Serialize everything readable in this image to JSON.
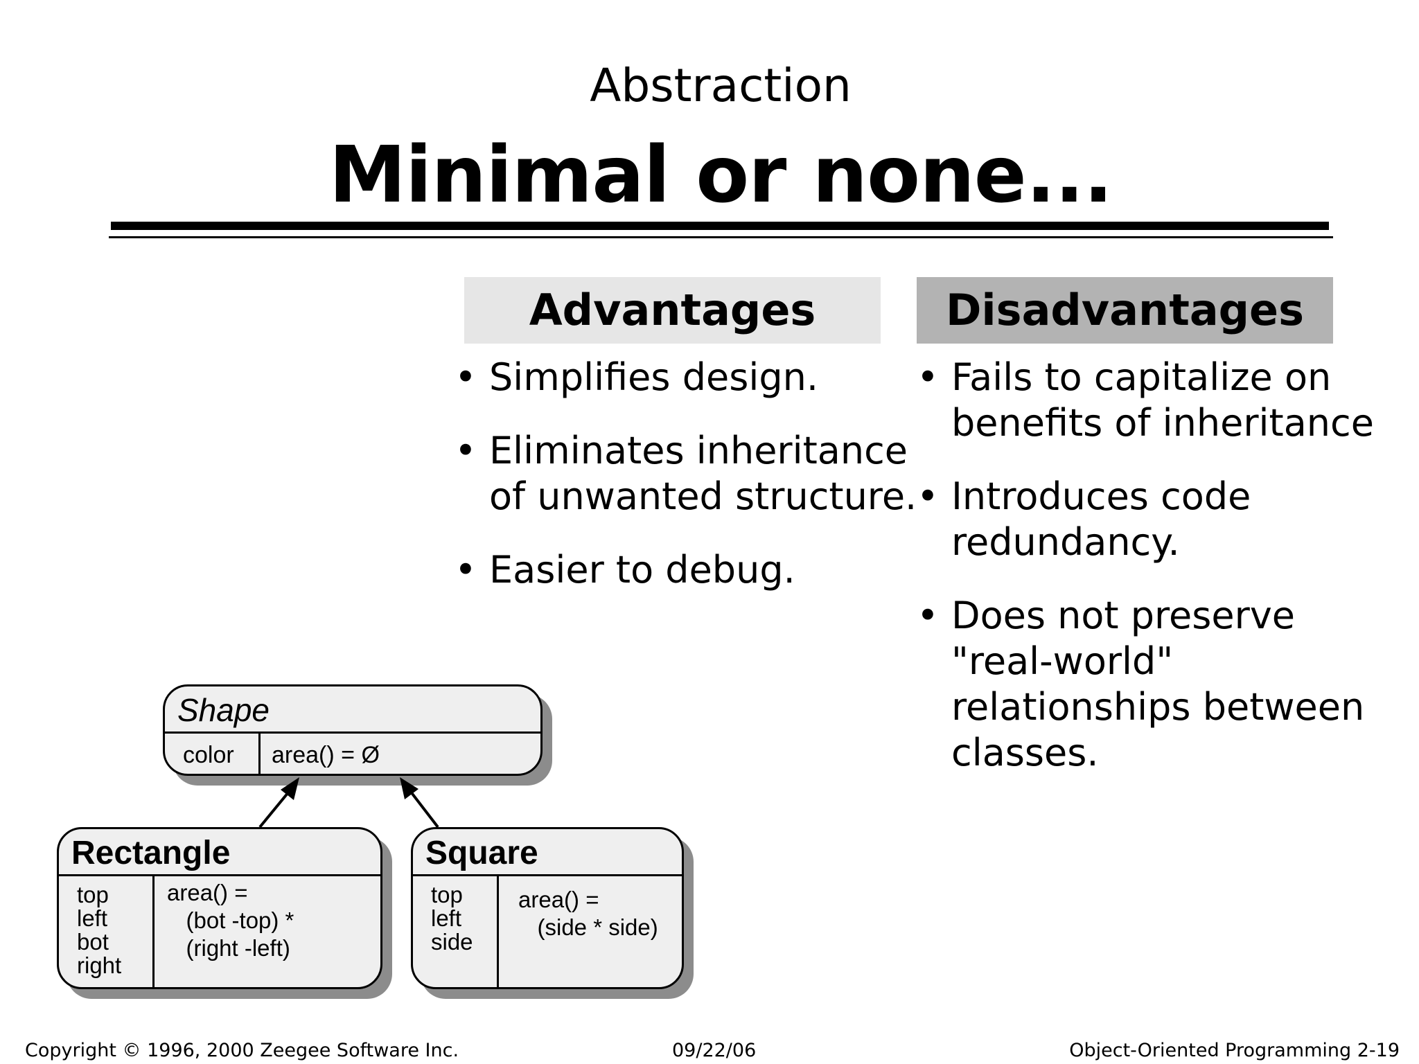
{
  "slide": {
    "subtitle": "Abstraction",
    "title": "Minimal or none..."
  },
  "advantages": {
    "header": "Advantages",
    "items": [
      "Simplifies design.",
      "Eliminates inheritance\nof unwanted structure.",
      "Easier to debug."
    ]
  },
  "disadvantages": {
    "header": "Disadvantages",
    "items": [
      "Fails to capitalize on\nbenefits of inheritance",
      "Introduces code\nredundancy.",
      "Does not preserve\n\"real-world\"\nrelationships between\nclasses."
    ]
  },
  "diagram": {
    "shape": {
      "name": "Shape",
      "attributes": "color",
      "operations": "area() = Ø"
    },
    "rectangle": {
      "name": "Rectangle",
      "attributes": "top\nleft\nbot\nright",
      "operations": "area() =\n   (bot -top) *\n   (right -left)"
    },
    "square": {
      "name": "Square",
      "attributes": "top\nleft\nside",
      "operations": "area() =\n   (side * side)"
    }
  },
  "footer": {
    "copyright": "Copyright © 1996, 2000 Zeegee Software Inc.",
    "date": "09/22/06",
    "course": "Object-Oriented Programming 2-19"
  },
  "colors": {
    "advantages_header_bg": "#e6e6e6",
    "disadvantages_header_bg": "#b3b3b3",
    "uml_box_fill": "#efefef",
    "uml_shadow": "#8c8c8c"
  }
}
